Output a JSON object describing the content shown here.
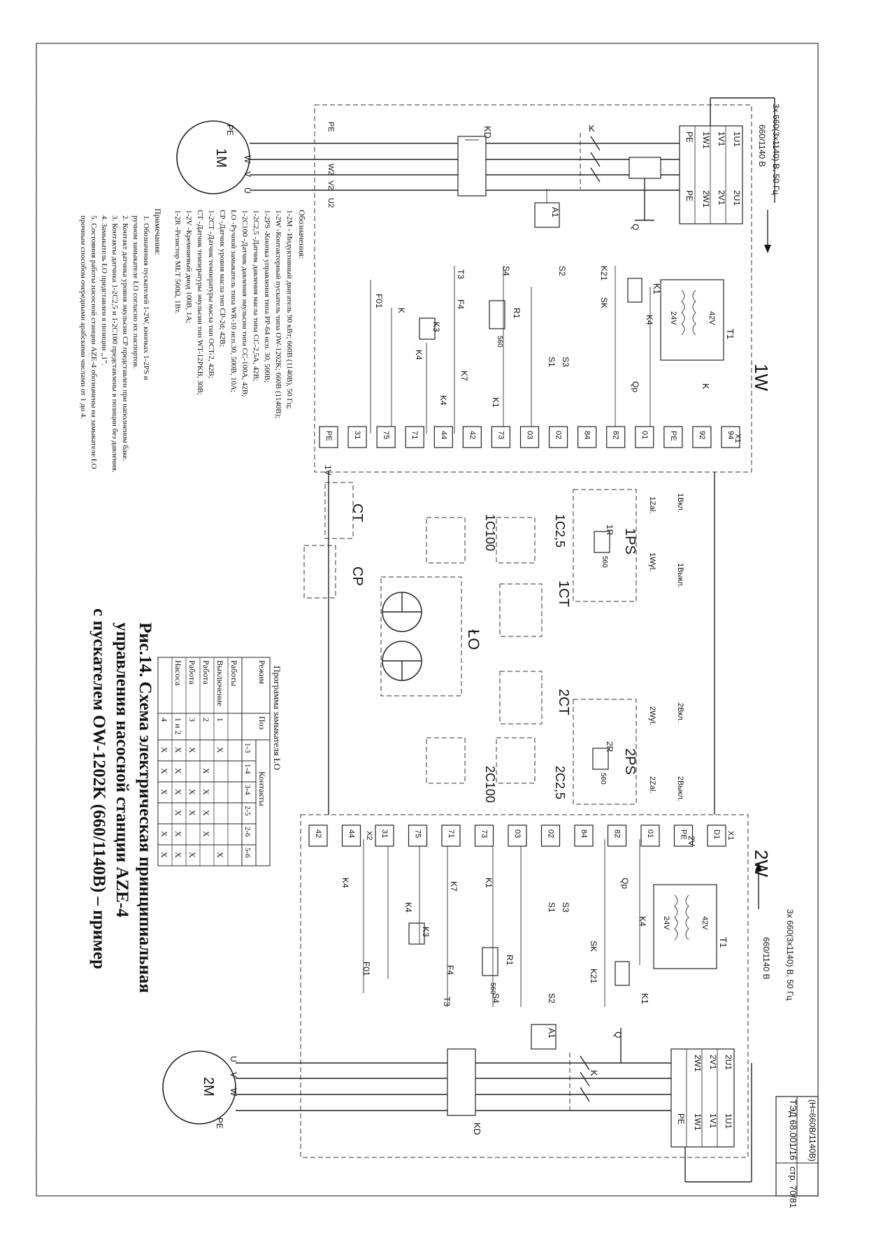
{
  "stamp": {
    "doc": "ТЭД 68.001/16",
    "variant": "(Н=660В/1140В)",
    "page": "стр. 70/81"
  },
  "title": {
    "line1": "Рис.14. Схема электрическая принципиальная",
    "line2": "управления насосной станции AZE-4",
    "line3": "с пускателем OW-1202K (660/1140В) – пример"
  },
  "supply": {
    "top": {
      "rating": "3х 660(3х1140) В, 50 Гц",
      "voltage": "660/1140 В"
    },
    "bottom": {
      "rating": "3х 660(3х1140) В, 50 Гц",
      "voltage": "660/1140 В"
    }
  },
  "blocks": {
    "upper": "1W",
    "lower": "2W"
  },
  "motors": {
    "m1": "1M",
    "m2": "2M"
  },
  "terminals_in": [
    "1U1",
    "1V1",
    "1W1",
    "PE"
  ],
  "terminals_out": [
    "2U1",
    "2V1",
    "2W1",
    "PE"
  ],
  "motor_terminals": [
    "U2",
    "V2",
    "W2",
    "PE"
  ],
  "motor_phases": [
    "U",
    "V",
    "W",
    "PE"
  ],
  "labels": {
    "kd": "KD",
    "q": "Q",
    "a1": "A1",
    "k": "K",
    "k1": "K1",
    "k4": "K4",
    "k3": "K3",
    "k7": "K7",
    "k21": "K21",
    "sk": "SK",
    "s1": "S1",
    "s2": "S2",
    "s3": "S3",
    "s4": "S4",
    "r1": "R1",
    "r1v": "560",
    "t1": "T1",
    "t3": "T3",
    "f4": "F4",
    "f01": "F01",
    "v42": "42V",
    "v24": "24V",
    "qp": "Qp",
    "x1": "X1",
    "x2": "X2",
    "ct": "CT",
    "cp": "CP",
    "lo": "ŁO",
    "c1_25": "1C2,5",
    "c1_100": "1C100",
    "c2_25": "2C2,5",
    "c2_100": "2C100",
    "ps1": "1PS",
    "ps2": "2PS",
    "ct1": "1CT",
    "ct2": "2CT",
    "r1r": "1R",
    "r2r": "2R",
    "rv": "560",
    "v1": "1V",
    "v2": "2V",
    "on1": "1Вкл.",
    "off1": "1Выкл.",
    "on2": "2Вкл.",
    "off2": "2Выкл.",
    "zal1": "1Zal.",
    "wyl1": "1Wyl.",
    "zal2": "2Zal.",
    "wyl2": "2Wyl."
  },
  "terminal_rows": {
    "upper": [
      "PE",
      "31",
      "75",
      "71",
      "44",
      "42",
      "73",
      "03",
      "02",
      "84",
      "82",
      "01",
      "PE",
      "92",
      "94"
    ],
    "lower": [
      "42",
      "44",
      "31",
      "75",
      "71",
      "73",
      "03",
      "02",
      "84",
      "82",
      "01",
      "PE",
      "D1"
    ]
  },
  "legend": {
    "heading": "Обозначения:",
    "rows": [
      "1-2M  - Индуктивный двигатель 90 кВт; 660В (1140В), 50 Гц;",
      "1-2W  -Контакторный пускатель типа OW-1202K; 660В (1140В);",
      "1-2PS  -Кнопка управления типа PP-64 исп. 30, 500В;",
      "1-2C2,5  -Датчик давления масла типа CC-2,5A, 42В;",
      "1-2C100 -Датчик давления эмульсии типа CC-100A, 42В;",
      "ŁO     -Ручной замыкатель типа WR-10 исп.30, 500В, 10А;",
      "CP      -Датчик уровня масла тип CP-2d; 42В;",
      "1-2CT  -Датчик температуры масла тип OCT-2, 42В;",
      "CT      -Датчик температуры эмульсии тип WT-12PKB, 30В;",
      "1-2V   -Кремниевый диод 100В, 1А;",
      "1-2R    -Резистор MŁT 560Ω, 1Вт."
    ]
  },
  "notes": {
    "heading": "Примечания:",
    "rows": [
      "1. Обозначения пускателей 1-2W, кнопках 1-2PS и",
      "    ручном замыкателе ŁO согласно их паспортов.",
      "2. Контакт датчика уровня эмульсии CP представлен при наполненом баке.",
      "3. Контакты датчика 1-2C2,5 и 1-2C100 представлены в позиции без давления.",
      "4. Замыкатель ŁO представлен в позиции „1”.",
      "5. Состояния работы насосной станции AZE-4 обозначены на замыкателе ŁO",
      "    прочным способом очередными арабскими числами от 1 до 4."
    ]
  },
  "program_table": {
    "caption": "Программа замыкателя ŁO",
    "head_mode": "Режим",
    "head_pos": "Поз",
    "head_contacts": "Контакты",
    "contacts": [
      "1-3",
      "1-4",
      "3-4",
      "2-5",
      "2-6",
      "5-6"
    ],
    "rows": [
      {
        "mode": "Работы",
        "pos": "",
        "marks": [
          "",
          "",
          "",
          "",
          "",
          ""
        ]
      },
      {
        "mode": "Выключение",
        "pos": "1",
        "marks": [
          "X",
          "",
          "",
          "",
          "",
          "X"
        ]
      },
      {
        "mode": "Работа",
        "pos": "2",
        "marks": [
          "",
          "X",
          "X",
          "X",
          "X",
          ""
        ]
      },
      {
        "mode": "Работа",
        "pos": "3",
        "marks": [
          "X",
          "",
          "X",
          "X",
          "",
          "X"
        ]
      },
      {
        "mode": "Насоса",
        "pos": "1 и 2",
        "marks": [
          "X",
          "X",
          "X",
          "X",
          "X",
          "X"
        ]
      },
      {
        "mode": "",
        "pos": "4",
        "marks": [
          "X",
          "X",
          "X",
          "",
          "X",
          "X"
        ]
      }
    ]
  }
}
